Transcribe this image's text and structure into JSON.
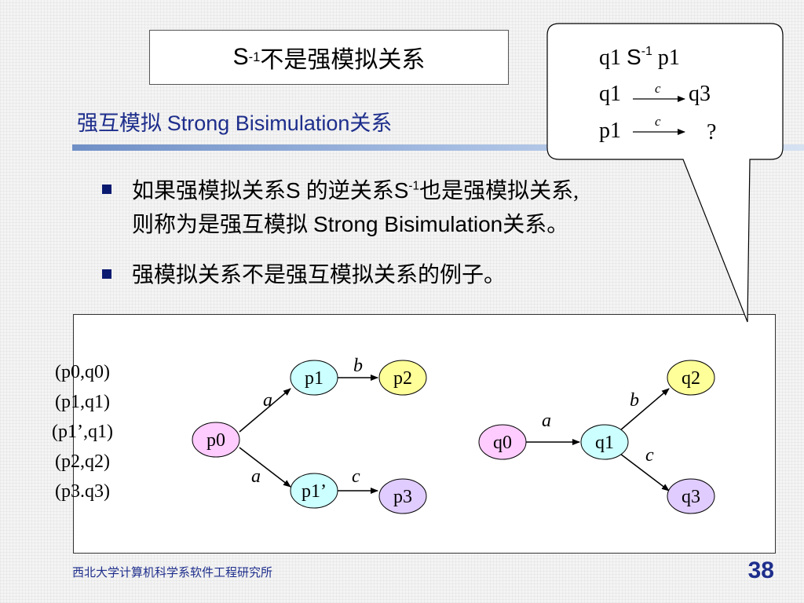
{
  "title": {
    "prefix": "S",
    "sup": "-1",
    "suffix": "不是强模拟关系"
  },
  "subtitle": {
    "cn": "强互模拟 ",
    "en": "Strong Bisimulation",
    "cn2": "关系"
  },
  "bullets": [
    {
      "line1a": "如果强模拟关系",
      "line1b": "S",
      "line1c": " 的逆关系",
      "line1d": "S",
      "line1sup": "-1",
      "line1e": "也是强模拟关系,",
      "line2a": "则称为是强互模拟 ",
      "line2b": "Strong Bisimulation",
      "line2c": "关系。"
    },
    {
      "text": "强模拟关系不是强互模拟关系的例子。"
    }
  ],
  "pairs": [
    "(p0,q0)",
    "(p1,q1)",
    "(p1’,q1)",
    "(p2,q2)",
    "(p3.q3)"
  ],
  "graph_p": {
    "nodes": {
      "p0": "p0",
      "p1": "p1",
      "p1p": "p1’",
      "p2": "p2",
      "p3": "p3"
    },
    "edges": {
      "p0_p1": "a",
      "p0_p1p": "a",
      "p1_p2": "b",
      "p1p_p3": "c"
    }
  },
  "graph_q": {
    "nodes": {
      "q0": "q0",
      "q1": "q1",
      "q2": "q2",
      "q3": "q3"
    },
    "edges": {
      "q0_q1": "a",
      "q1_q2": "b",
      "q1_q3": "c"
    }
  },
  "callout": {
    "l1a": "q1 ",
    "l1b": "S",
    "l1sup": "-1",
    "l1c": " p1",
    "l2a": "q1",
    "l2label": "c",
    "l2b": "q3",
    "l3a": "p1",
    "l3label": "c",
    "l3b": "?"
  },
  "footer": {
    "text": "西北大学计算机科学系软件工程研究所",
    "page": "38"
  },
  "colors": {
    "pink": "#ffccff",
    "cyan": "#ccffff",
    "yellow": "#ffff99",
    "lavender": "#e0ccff",
    "accent": "#1e2e8c"
  }
}
